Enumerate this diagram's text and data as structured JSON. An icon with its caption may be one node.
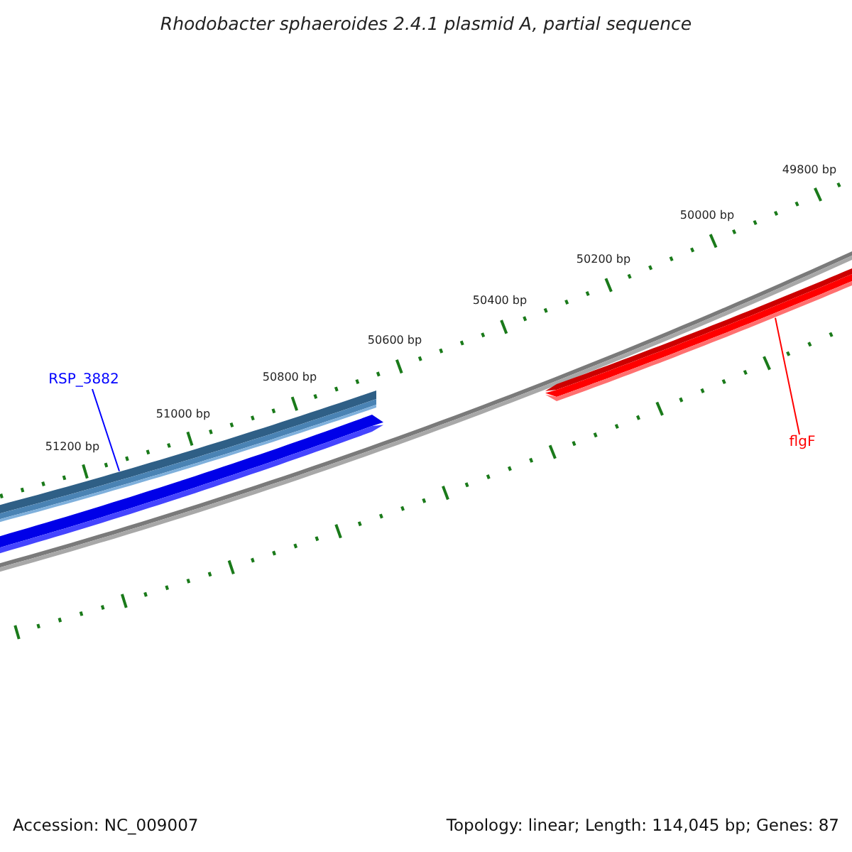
{
  "diagram": {
    "title": "Rhodobacter sphaeroides 2.4.1 plasmid A, partial sequence",
    "nodes": [
      {
        "text": [
          "RSP_3882"
        ]
      },
      {
        "text": [],
        "shape": "bar"
      },
      {
        "text": [],
        "shape": "bar"
      },
      {
        "text": [],
        "shape": "bar"
      },
      {
        "text": [
          "flgF"
        ]
      }
    ],
    "edges": [
      {
        "from": 0,
        "to": 1,
        "arrow": "none",
        "color": "#0000ff"
      },
      {
        "from": 4,
        "to": 3,
        "arrow": "none",
        "color": "#ff0000"
      }
    ],
    "labels": [
      "49800 bp",
      "50000 bp",
      "50200 bp",
      "50400 bp",
      "50600 bp",
      "50800 bp",
      "51000 bp",
      "51200 bp",
      "Accession: NC_009007",
      "Topology: linear; Length: 114,045 bp; Genes: 87"
    ]
  }
}
